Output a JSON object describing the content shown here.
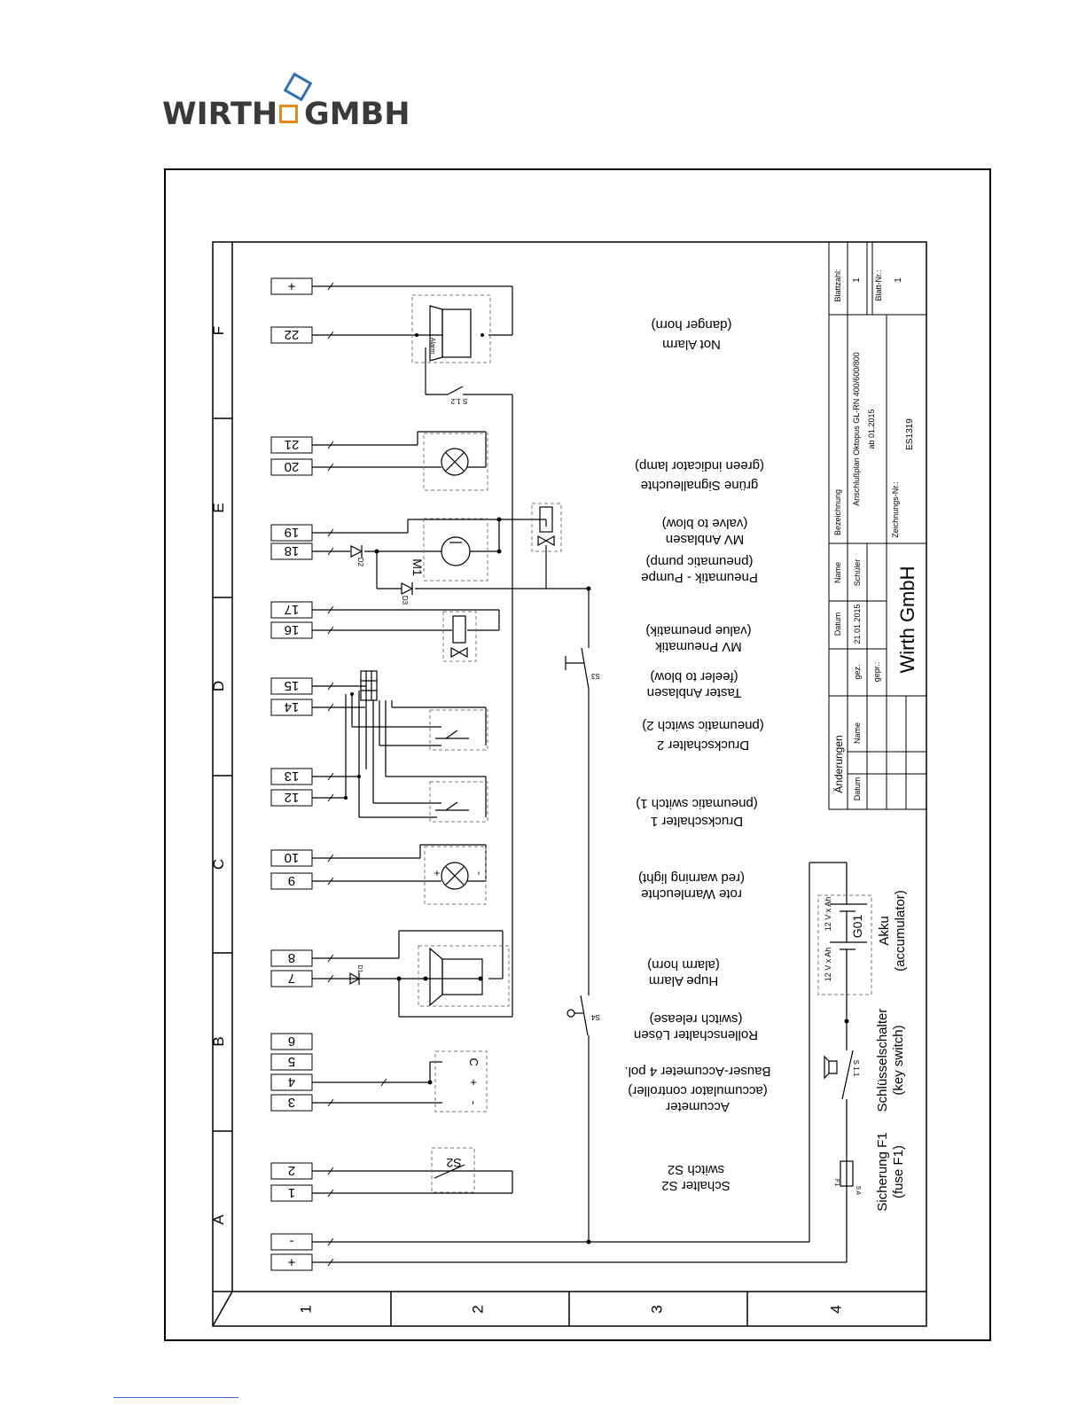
{
  "logo": {
    "left": "WIRTH",
    "right": "GMBH",
    "colors": {
      "square": "#e88a1a",
      "diamond": "#2f6fb5",
      "text": "#3a3a3a"
    }
  },
  "grid": {
    "rows": [
      "A",
      "B",
      "C",
      "D",
      "E",
      "F"
    ],
    "cols": [
      "1",
      "2",
      "3",
      "4"
    ]
  },
  "terminals": [
    "+",
    "-",
    "1",
    "2",
    "3",
    "4",
    "5",
    "6",
    "7",
    "8",
    "9",
    "10",
    "12",
    "13",
    "14",
    "15",
    "16",
    "17",
    "18",
    "19",
    "20",
    "21",
    "22",
    "+"
  ],
  "components": {
    "switch_s2": "S2",
    "accumeter_pins": [
      "-",
      "+",
      "C"
    ],
    "motor": "M1",
    "d1": "D1",
    "d2": "D2",
    "d3": "D3",
    "s3": "S3",
    "s4": "S4",
    "s12": "S 1.2",
    "s11": "S 1.1",
    "f1": "F1",
    "f1_rating": "5 A",
    "g01": "G01",
    "bat1": "12 V x Ah",
    "bat2": "12 V x Ah",
    "alarm_tag": "Alarm",
    "plus": "+",
    "minus": "-"
  },
  "labels": {
    "schalter": "Schalter S2",
    "schalter_en": "switch S2",
    "accumeter": "Accumeter",
    "accumeter_en": "(accumulator controller)",
    "bauser": "Bauser-Accumeter 4 pol.",
    "rollen": "Rollenschalter Lösen",
    "rollen_en": "(switch release)",
    "hupe": "Hupe Alarm",
    "hupe_en": "(alarm horn)",
    "rote": "rote Warnleuchte",
    "rote_en": "(red warning light)",
    "druck1": "Druckschalter 1",
    "druck1_en": "(pneumatic switch 1)",
    "druck2": "Druckschalter 2",
    "druck2_en": "(pneumatic switch 2)",
    "taster": "Taster Anblasen",
    "taster_en": "(feeler to blow)",
    "mvpneu": "MV Pneumatik",
    "mvpneu_en": "(value pneumatik)",
    "pumpe": "Pneumatik - Pumpe",
    "pumpe_en": "(pneumatic pump)",
    "mvanb": "MV Anblasen",
    "mvanb_en": "(valve to blow)",
    "gruene": "grüne Signalleuchte",
    "gruene_en": "(green indicator lamp)",
    "notalarm": "Not Alarm",
    "notalarm_en": "(danger horn)",
    "sicherung": "Sicherung F1",
    "sicherung_en": "(fuse F1)",
    "schluessel": "Schlüsselschalter",
    "schluessel_en": "(key switch)",
    "akku": "Akku",
    "akku_en": "(accumulator)"
  },
  "titleblock": {
    "aenderungen": "Änderungen",
    "datum": "Datum",
    "name": "Name",
    "datum2": "Datum",
    "name2": "Name",
    "gez": "gez.",
    "gez_date": "21.01.2015",
    "gez_name": "Schüler",
    "gepr": "gepr.:",
    "company": "Wirth GmbH",
    "bezeichnung": "Bezeichnung",
    "desc": "Anschlußplan Oktopus GL-RN 400/600/800",
    "ab": "ab 01.2015",
    "zeichnungsnr": "Zeichnungs-Nr.:",
    "drawing_no": "ES1319",
    "blattzahl": "Blattzahl:",
    "blattzahl_val": "1",
    "blattnr": "Blatt-Nr.:",
    "blattnr_val": "1"
  }
}
